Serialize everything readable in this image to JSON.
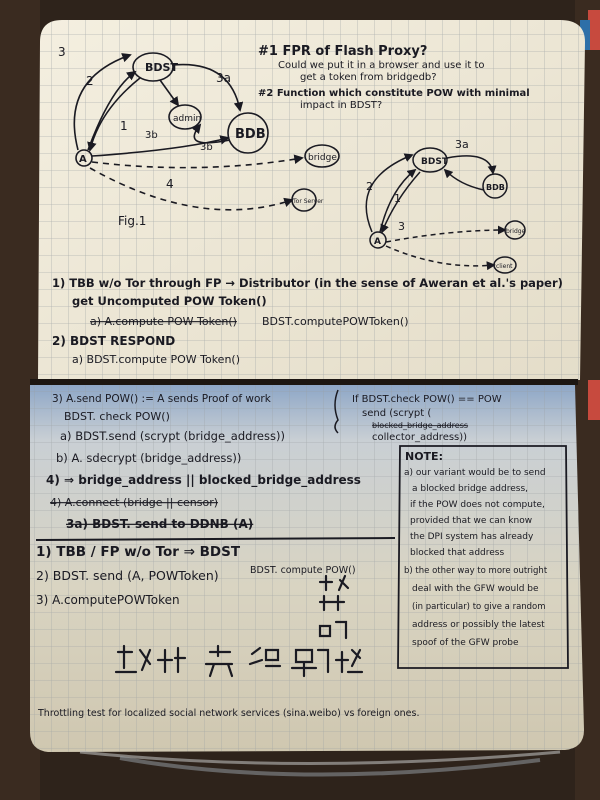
{
  "page_top": {
    "heading1": "#1  FPR of Flash Proxy?",
    "heading1_cont1": "Could we put it in a browser and use it to",
    "heading1_cont2": "get a token from bridgedb?",
    "heading2": "#2  Function which constitute POW with minimal",
    "heading2_cont": "impact in BDST?",
    "fig_label": "Fig.1",
    "diagram1": {
      "node_bdst": "BDST",
      "node_bdb": "BDB",
      "node_admin": "admin",
      "node_a": "A",
      "node_bridge": "bridge",
      "node_tor_server": "Tor Server",
      "edge_labels": [
        "3",
        "2",
        "3a",
        "1",
        "3b",
        "3b",
        "4"
      ]
    },
    "diagram2": {
      "node_bdst": "BDST",
      "node_bdb": "BDB",
      "node_a": "A",
      "node_bridge": "bridge",
      "node_client": "client",
      "edge_labels": [
        "3a",
        "2",
        "1",
        "3"
      ]
    },
    "step1_line1": "1) TBB w/o Tor through FP → Distributor (in the sense of Aweran et al.'s paper)",
    "step1_line2": "get Uncomputed POW Token()",
    "step1_line3_a": "a) A.compute POW Token()",
    "step1_line3_b": "BDST.computePOWToken()",
    "step2_line1": "2) BDST RESPOND",
    "step2_line2": "a) BDST.compute POW Token()"
  },
  "page_bottom": {
    "line_a": "3) A.send POW() := A sends Proof of work",
    "line_b": "BDST. check POW()",
    "line_c": "a) BDST.send (scrypt (bridge_address))",
    "line_d": "b) A. sdecrypt (bridge_address))",
    "line_e": "4) ⇒ bridge_address || blocked_bridge_address",
    "line_f": "4) A.connect (bridge || censor)",
    "line_g": "3a) BDST. send to DDNB (A)",
    "side_a": "If BDST.check POW() == POW",
    "side_b": "send (scrypt (",
    "side_c": "blocked_bridge_address",
    "side_d": "collector_address))",
    "note_title": "NOTE:",
    "note_lines": [
      "a) our variant would be to send",
      "a blocked bridge address,",
      "if the POW does not compute,",
      "provided that we can know",
      "the DPI system has already",
      "blocked that address",
      "b) the other way to more outright",
      "deal with the GFW would be",
      "(in particular) to give a random",
      "address or possibly the latest",
      "spoof of the GFW probe"
    ],
    "summary1": "1) TBB / FP w/o Tor ⇒ BDST",
    "summary2": "2) BDST. send (A, POWToken)",
    "summary2b": "BDST. compute POW()",
    "summary3": "3) A.computePOWToken",
    "footer": "Throttling test for localized social network services (sina.weibo) vs foreign ones."
  }
}
